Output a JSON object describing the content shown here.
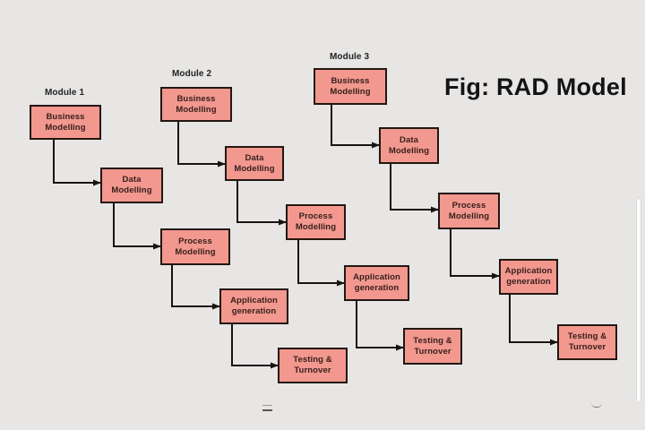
{
  "figure": {
    "title": "Fig: RAD Model"
  },
  "modules": [
    {
      "label": "Module 1",
      "stages": [
        "Business Modelling",
        "Data Modelling",
        "Process Modelling",
        "Application generation",
        "Testing & Turnover"
      ]
    },
    {
      "label": "Module 2",
      "stages": [
        "Business Modelling",
        "Data Modelling",
        "Process Modelling",
        "Application generation",
        "Testing & Turnover"
      ]
    },
    {
      "label": "Module 3",
      "stages": [
        "Business Modelling",
        "Data Modelling",
        "Process Modelling",
        "Application generation",
        "Testing & Turnover"
      ]
    }
  ],
  "colors": {
    "background": "#e7e6e5",
    "box_fill": "#f2988f",
    "box_border": "#231710",
    "box_text": "#38201b",
    "connector": "#191310",
    "title_text": "#141414",
    "label_text": "#222222"
  }
}
